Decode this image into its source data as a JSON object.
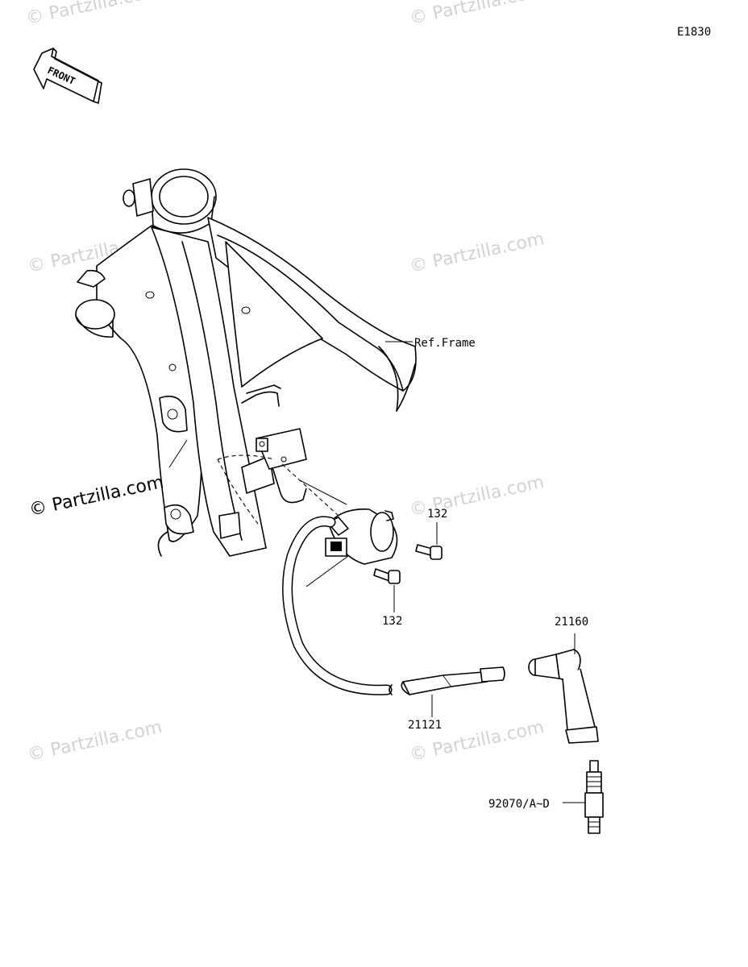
{
  "diagram_code": "E1830",
  "front_arrow": {
    "text": "FRONT",
    "icon": "front-arrow-icon"
  },
  "copyright": "© Partzilla.com",
  "watermark_text": "© Partzilla.com",
  "labels": {
    "ref_frame": "Ref.Frame",
    "bolt_upper": "132",
    "bolt_lower": "132",
    "plug_cap": "21160",
    "lead_wire": "21121",
    "spark_plug": "92070/A~D"
  }
}
